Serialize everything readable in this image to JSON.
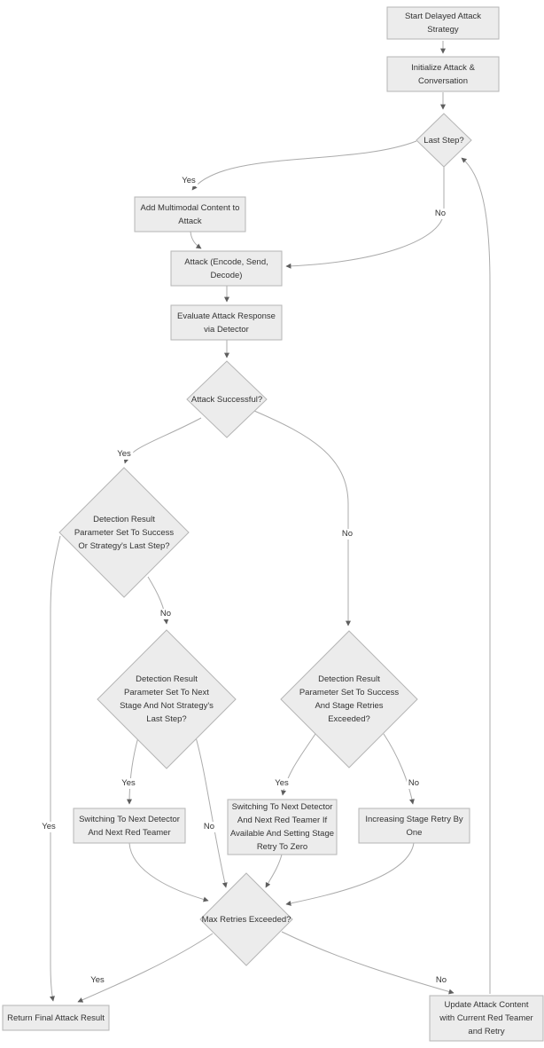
{
  "colors": {
    "background": "#ffffff",
    "node_fill": "#ececec",
    "node_border": "#b5b5b5",
    "edge_line": "#ababab",
    "arrowhead": "#5e5e5e",
    "text": "#333333"
  },
  "nodes": {
    "start": {
      "label": "Start Delayed Attack\nStrategy"
    },
    "init": {
      "label": "Initialize Attack &\nConversation"
    },
    "last_step": {
      "label": "Last Step?"
    },
    "add_multimodal": {
      "label": "Add Multimodal Content to\nAttack"
    },
    "attack": {
      "label": "Attack (Encode, Send,\nDecode)"
    },
    "evaluate": {
      "label": "Evaluate Attack Response\nvia Detector"
    },
    "attack_successful": {
      "label": "Attack Successful?"
    },
    "detect_success_or_last": {
      "label": "Detection Result\nParameter Set To Success\nOr Strategy's Last Step?"
    },
    "detect_next_stage": {
      "label": "Detection Result\nParameter Set To Next\nStage And Not Strategy's\nLast Step?"
    },
    "detect_success_retries": {
      "label": "Detection Result\nParameter Set To Success\nAnd Stage Retries\nExceeded?"
    },
    "switch_next": {
      "label": "Switching To Next Detector\nAnd Next Red Teamer"
    },
    "switch_next_avail": {
      "label": "Switching To Next Detector\nAnd Next Red Teamer If\nAvailable And Setting Stage\nRetry To Zero"
    },
    "increase_retry": {
      "label": "Increasing Stage Retry By\nOne"
    },
    "max_retries": {
      "label": "Max Retries Exceeded?"
    },
    "return_final": {
      "label": "Return Final Attack Result"
    },
    "update_attack": {
      "label": "Update Attack Content\nwith Current Red Teamer\nand Retry"
    }
  },
  "edge_labels": {
    "last_step_yes": "Yes",
    "last_step_no": "No",
    "attack_successful_yes": "Yes",
    "attack_successful_no": "No",
    "detect_success_or_last_yes": "Yes",
    "detect_success_or_last_no": "No",
    "detect_next_stage_yes": "Yes",
    "detect_next_stage_no": "No",
    "detect_success_retries_yes": "Yes",
    "detect_success_retries_no": "No",
    "max_retries_yes": "Yes",
    "max_retries_no": "No"
  }
}
